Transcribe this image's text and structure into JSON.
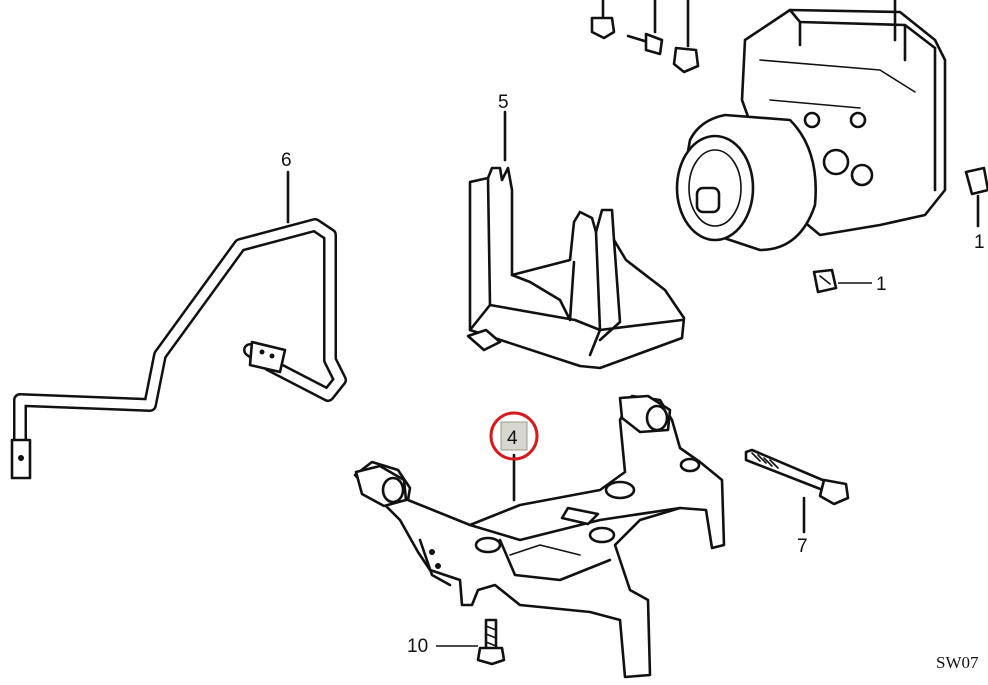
{
  "diagram": {
    "callouts": [
      {
        "id": "c1a",
        "label": "1"
      },
      {
        "id": "c1b",
        "label": "1"
      },
      {
        "id": "c4",
        "label": "4"
      },
      {
        "id": "c5",
        "label": "5"
      },
      {
        "id": "c6",
        "label": "6"
      },
      {
        "id": "c7",
        "label": "7"
      },
      {
        "id": "c10",
        "label": "10"
      }
    ],
    "highlight": {
      "callout": "4",
      "ring_color": "#d9191c",
      "box_color": "#d7d7d0"
    },
    "code": "SW07"
  }
}
